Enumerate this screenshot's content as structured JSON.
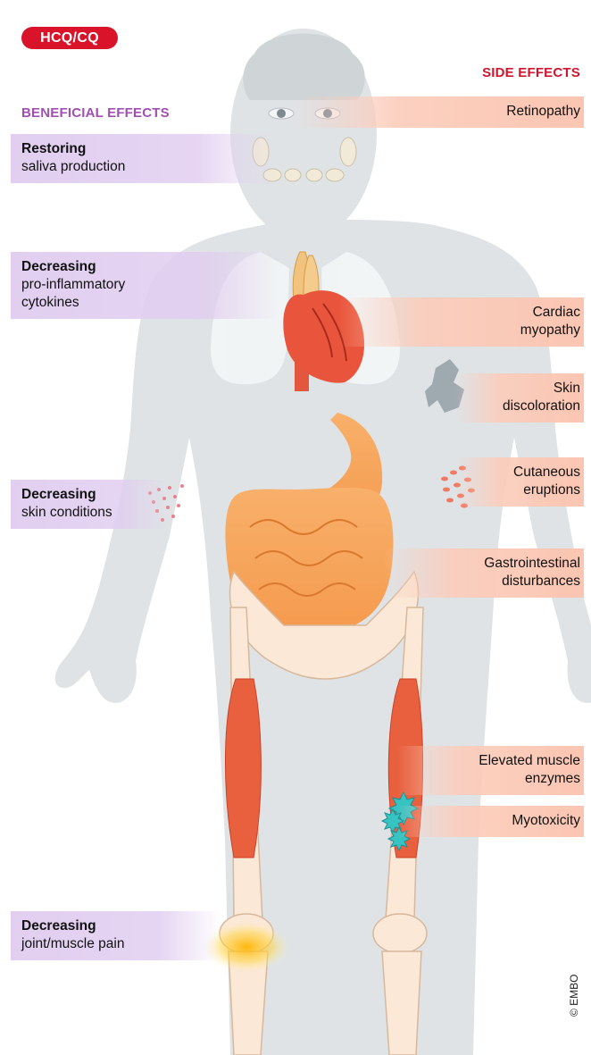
{
  "badge": "HCQ/CQ",
  "beneficial": {
    "title": "BENEFICIAL EFFECTS",
    "items": [
      {
        "bold": "Restoring",
        "text": "saliva production"
      },
      {
        "bold": "Decreasing",
        "text": "pro-inflammatory cytokines"
      },
      {
        "bold": "Decreasing",
        "text": "skin conditions"
      },
      {
        "bold": "Decreasing",
        "text": "joint/muscle pain"
      }
    ]
  },
  "side_effects": {
    "title": "SIDE EFFECTS",
    "items": [
      {
        "text": "Retinopathy"
      },
      {
        "text": "Cardiac myopathy"
      },
      {
        "text": "Skin discoloration"
      },
      {
        "text": "Cutaneous eruptions"
      },
      {
        "text": "Gastrointestinal disturbances"
      },
      {
        "text": "Elevated muscle enzymes"
      },
      {
        "text": "Myotoxicity"
      }
    ]
  },
  "copyright": "© EMBO",
  "colors": {
    "badge": "#d9142a",
    "beneficial_title": "#a14fb0",
    "side_title": "#d0152d",
    "body": "#dfe3e6",
    "organ": "#f6a35d",
    "muscle": "#e8603e",
    "bone": "#fbe8d6"
  }
}
